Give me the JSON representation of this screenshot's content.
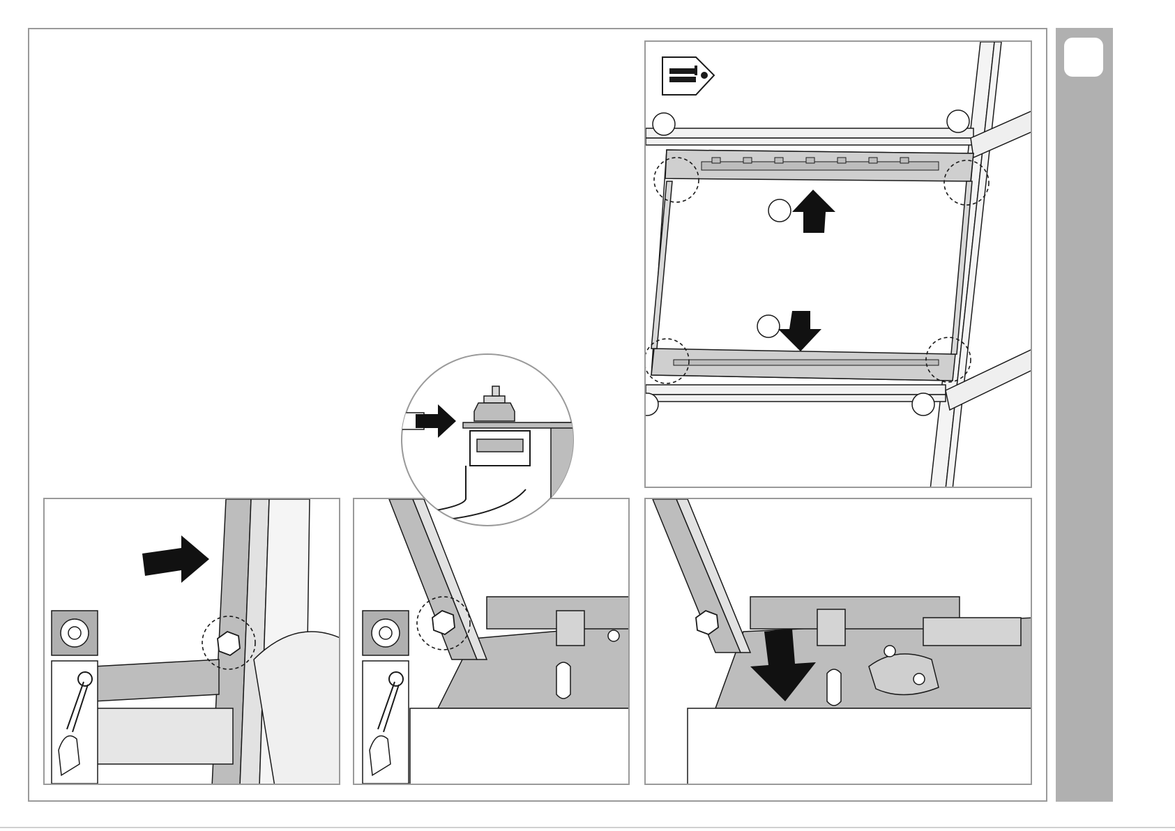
{
  "page": {
    "sections": [
      {
        "name": "installer-overview"
      },
      {
        "name": "bolt-detail"
      },
      {
        "name": "step-loosen-nut"
      },
      {
        "name": "step-slide-plate"
      },
      {
        "name": "step-lower-plate"
      }
    ]
  },
  "icons": {
    "person_lying": "person-lying-under-icon",
    "wrench": "open-end-wrench-icon",
    "nut": "hex-nut-icon",
    "arrow": "arrow-icon"
  },
  "colors": {
    "frame_gray": "#9a9a9a",
    "sidebar_gray": "#b0b0b0",
    "part_fill": "#bdbdbd",
    "line": "#1a1a1a",
    "arrow": "#111111"
  }
}
